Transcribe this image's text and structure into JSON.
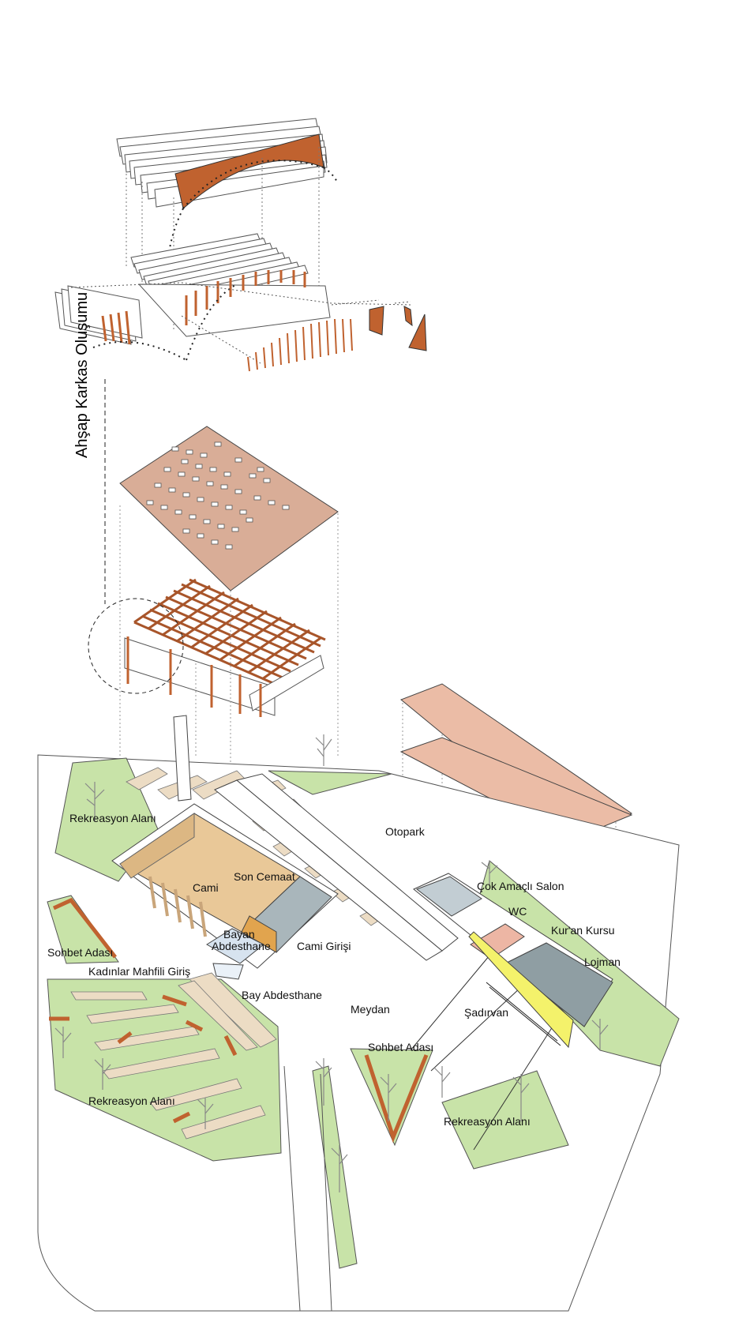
{
  "title_vertical": "Ahşap Karkas Oluşumu",
  "labels": {
    "rekreasyon_top": "Rekreasyon Alanı",
    "otopark": "Otopark",
    "son_cemaat": "Son Cemaat",
    "cami": "Cami",
    "cok_amacli": "Çok Amaçlı Salon",
    "wc": "WC",
    "kuran_kursu": "Kur'an Kursu",
    "lojman": "Lojman",
    "bayan_abdesthane_1": "Bayan",
    "bayan_abdesthane_2": "Abdesthane",
    "cami_girisi": "Cami Girişi",
    "sohbet_adasi_left": "Sohbet Adası",
    "kadinlar_mahfili": "Kadınlar Mahfili Giriş",
    "bay_abdesthane": "Bay Abdesthane",
    "meydan": "Meydan",
    "sadirvan": "Şadırvan",
    "sohbet_adasi_center": "Sohbet Adası",
    "rekreasyon_left": "Rekreasyon Alanı",
    "rekreasyon_right": "Rekreasyon Alanı"
  },
  "colors": {
    "timber": "#c0622f",
    "roof": "#d9ad97",
    "roof_pink": "#ebbca6",
    "green": "#c8e3a8",
    "interior": "#e9c898",
    "gray_blue": "#8f9ea3",
    "yellow": "#f4f26b",
    "line": "#333333"
  }
}
